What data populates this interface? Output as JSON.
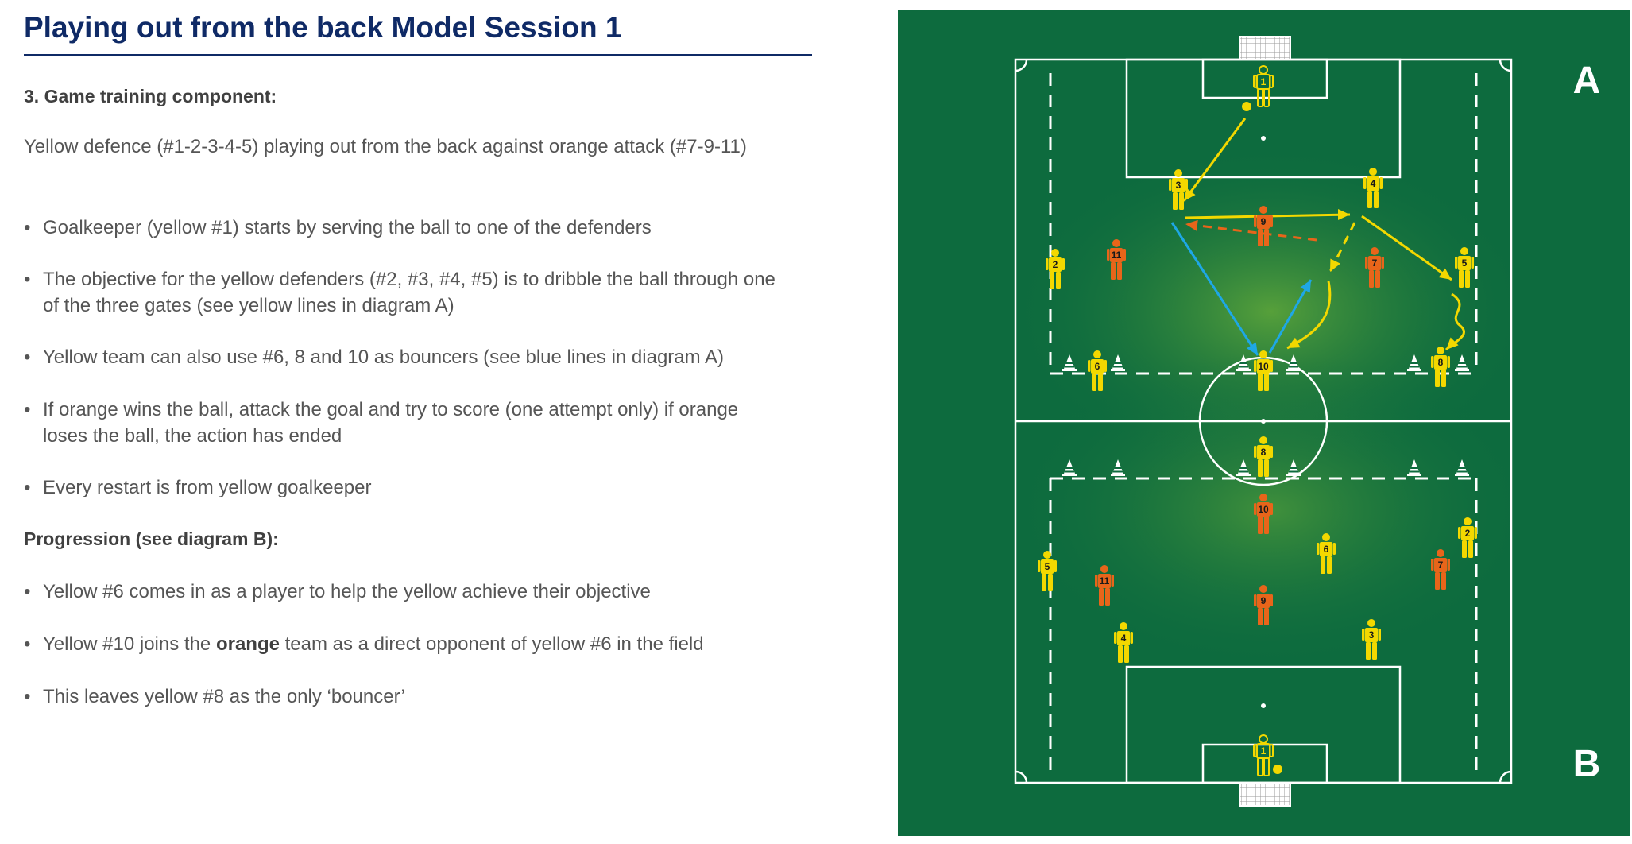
{
  "title": "Playing out from the back Model Session 1",
  "section_heading": "3. Game training component:",
  "intro": "Yellow defence (#1-2-3-4-5) playing out from the back against orange attack (#7-9-11)",
  "bullets": [
    "Goalkeeper (yellow #1) starts by serving the ball to one of the defenders",
    "The objective for the yellow defenders (#2, #3, #4, #5) is to dribble the ball through one of the three gates (see yellow lines in diagram A)",
    "Yellow team can also use #6, 8 and 10 as bouncers (see blue lines in diagram A)",
    "If orange wins the ball, attack the goal and try to score (one attempt only) if orange loses the ball, the action has ended",
    "Every restart is from yellow goalkeeper"
  ],
  "progression_heading": "Progression (see diagram B):",
  "progression": {
    "item1": "Yellow #6 comes in as a player to help the yellow achieve their objective",
    "item2_before": "Yellow #10 joins the ",
    "item2_bold": "orange",
    "item2_after": " team as a direct opponent of yellow #6 in the field",
    "item3": "This leaves yellow #8 as the only ‘bouncer’"
  },
  "bullet_char": "•",
  "diagram": {
    "label_a": "A",
    "label_b": "B",
    "pitch_color": "#0d6b3e",
    "yellow": "#f3d800",
    "orange": "#e8651a",
    "blue": "#1ea7e6",
    "players_a": {
      "yellow": [
        "1",
        "3",
        "4",
        "2",
        "5",
        "6",
        "10",
        "8"
      ],
      "orange": [
        "11",
        "9",
        "7"
      ]
    },
    "players_b": {
      "yellow": [
        "8",
        "6",
        "5",
        "2",
        "4",
        "3",
        "1"
      ],
      "orange": [
        "10",
        "11",
        "9",
        "7"
      ]
    }
  }
}
